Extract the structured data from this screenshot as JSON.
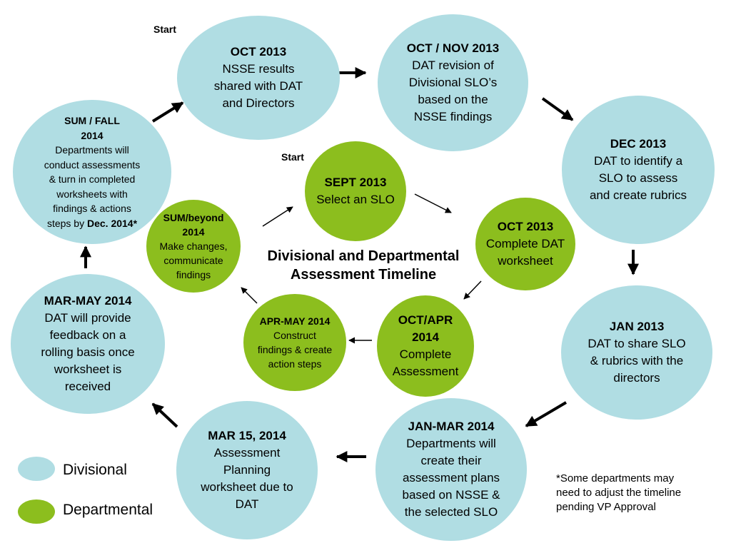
{
  "colors": {
    "divisional": "#b0dde3",
    "departmental": "#8cbe1e",
    "arrow": "#000000"
  },
  "start_labels": [
    "Start",
    "Start"
  ],
  "center_title": [
    "Divisional and Departmental",
    "Assessment Timeline"
  ],
  "divisional_nodes": [
    {
      "title": "OCT 2013",
      "lines": [
        "NSSE results",
        "shared with DAT",
        "and Directors"
      ]
    },
    {
      "title": "OCT / NOV 2013",
      "lines": [
        "DAT revision of",
        "Divisional SLO’s",
        "based on the",
        "NSSE findings"
      ]
    },
    {
      "title": "DEC 2013",
      "lines": [
        "DAT to identify a",
        "SLO to assess",
        "and create rubrics"
      ]
    },
    {
      "title": "JAN 2013",
      "lines": [
        "DAT to share SLO",
        "& rubrics with the",
        "directors"
      ]
    },
    {
      "title": "JAN-MAR 2014",
      "lines": [
        "Departments will",
        "create their",
        "assessment plans",
        "based on NSSE &",
        "the selected SLO"
      ]
    },
    {
      "title": "MAR 15, 2014",
      "lines": [
        "Assessment",
        "Planning",
        "worksheet due to",
        "DAT"
      ]
    },
    {
      "title": "MAR-MAY 2014",
      "lines": [
        "DAT will provide",
        "feedback on a",
        "rolling basis once",
        "worksheet is",
        "received"
      ]
    },
    {
      "title_lines": [
        "SUM / FALL",
        "2014"
      ],
      "lines": [
        "Departments will",
        "conduct assessments",
        "& turn in completed",
        "worksheets with",
        "findings & actions"
      ],
      "last_line_prefix": "steps by ",
      "last_line_bold": "Dec. 2014*"
    }
  ],
  "departmental_nodes": [
    {
      "title": "SEPT 2013",
      "lines": [
        "Select an SLO"
      ]
    },
    {
      "title": "OCT 2013",
      "lines": [
        "Complete DAT",
        "worksheet"
      ]
    },
    {
      "title_lines": [
        "OCT/APR",
        "2014"
      ],
      "lines": [
        "Complete",
        "Assessment"
      ]
    },
    {
      "title": "APR-MAY 2014",
      "lines": [
        "Construct",
        "findings & create",
        "action steps"
      ]
    },
    {
      "title_lines": [
        "SUM/beyond",
        "2014"
      ],
      "lines": [
        "Make changes,",
        "communicate",
        "findings"
      ]
    }
  ],
  "legend": {
    "divisional": "Divisional",
    "departmental": "Departmental"
  },
  "footnote": [
    "*Some departments may",
    "need to adjust the timeline",
    "pending VP Approval"
  ]
}
